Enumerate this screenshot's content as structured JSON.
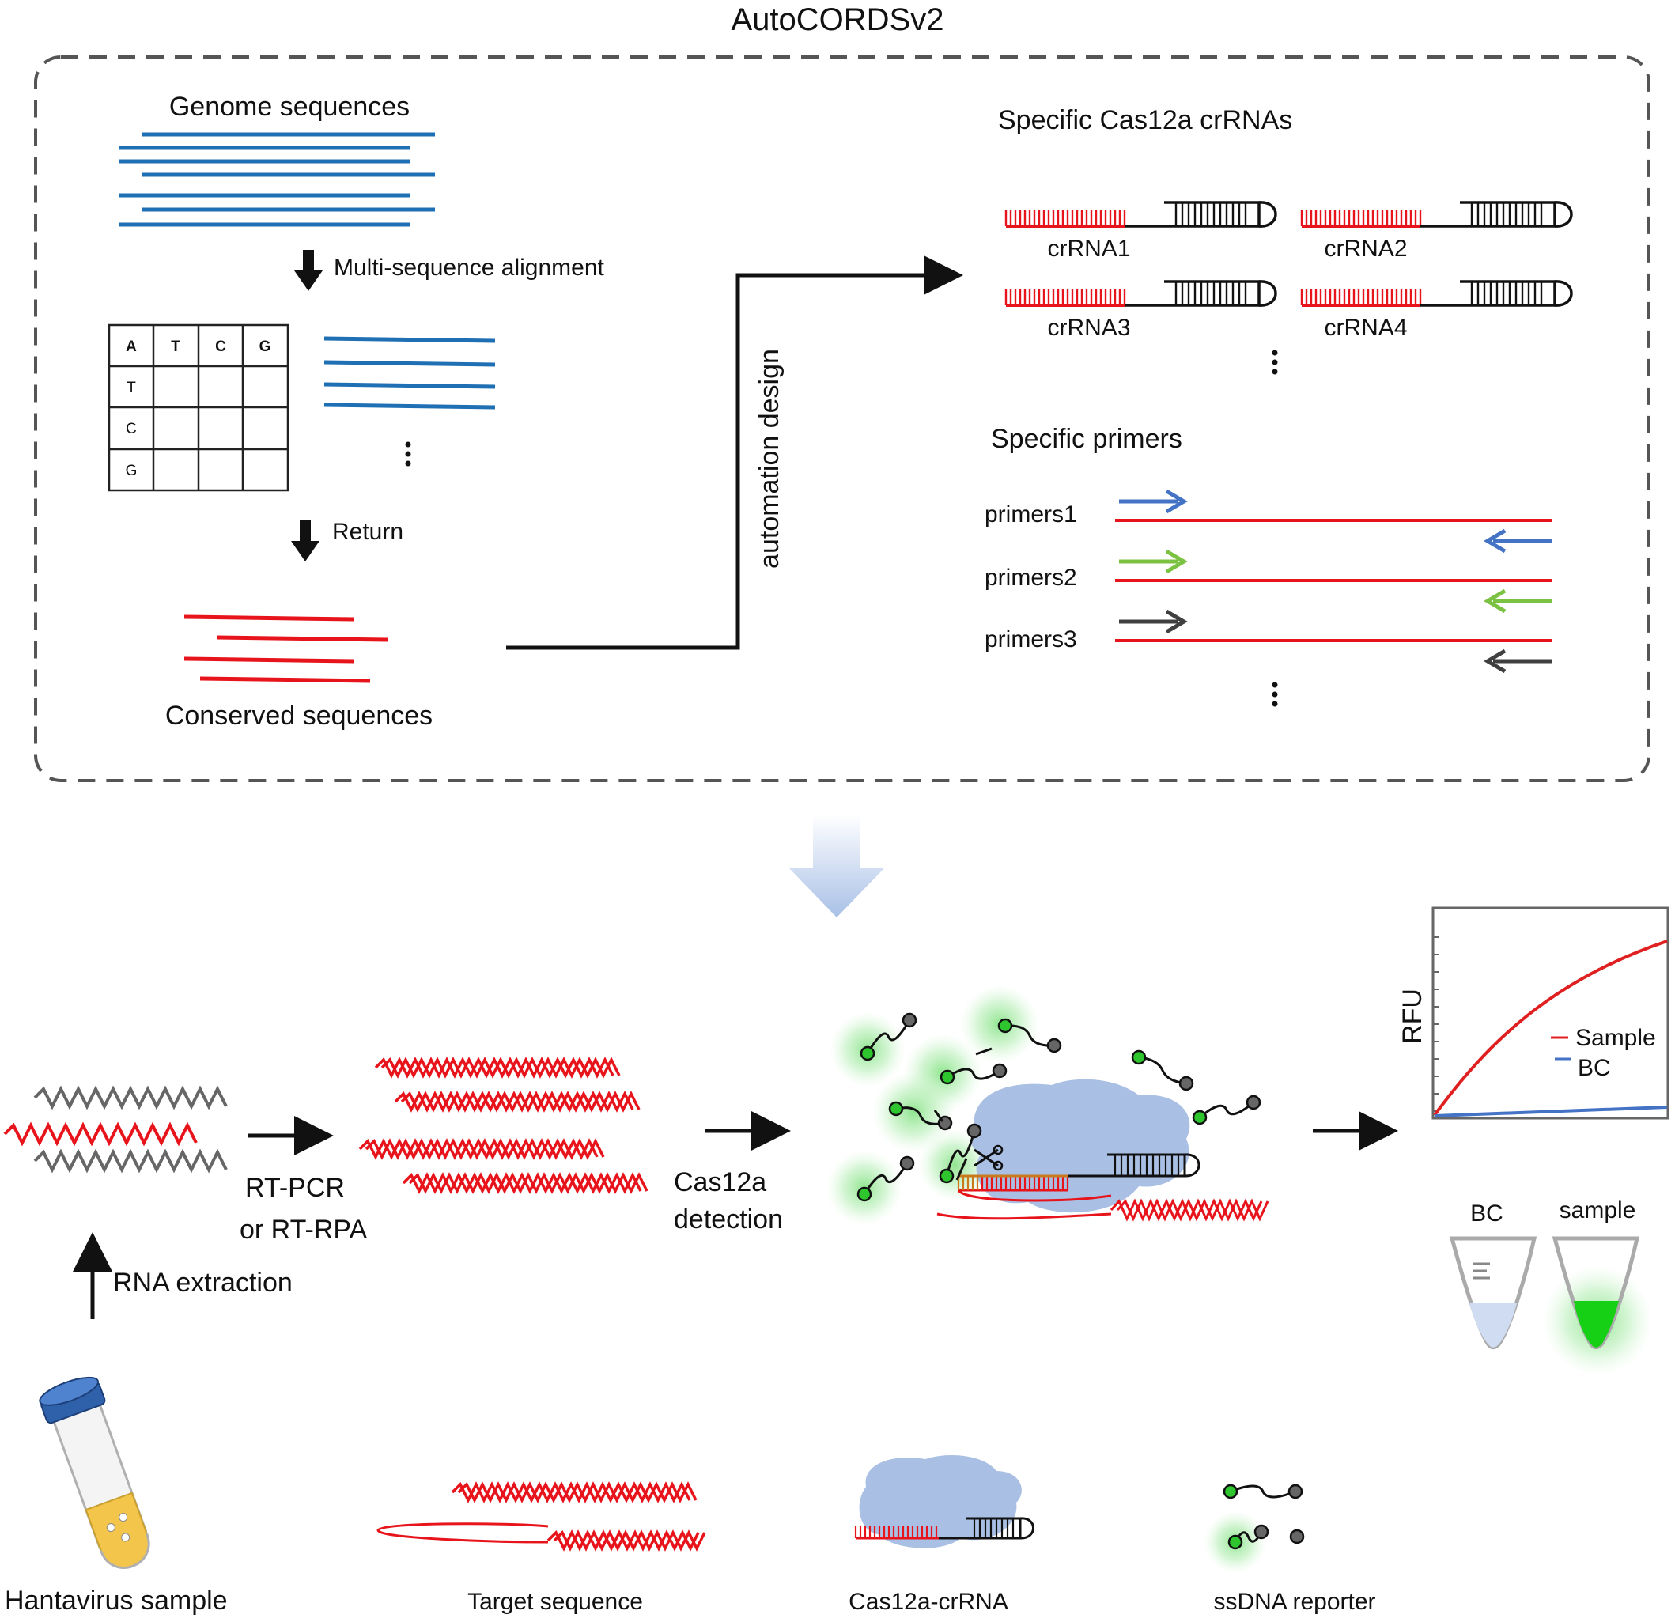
{
  "title": "AutoCORDSv2",
  "design": {
    "genome_label": "Genome sequences",
    "msa_label": "Multi-sequence alignment",
    "grid_header": [
      "A",
      "T",
      "C",
      "G"
    ],
    "grid_rows": [
      "T",
      "C",
      "G"
    ],
    "return_label": "Return",
    "conserved_label": "Conserved sequences",
    "automation_label": "automation design",
    "crrna_title": "Specific Cas12a crRNAs",
    "crrnas": [
      "crRNA1",
      "crRNA2",
      "crRNA3",
      "crRNA4"
    ],
    "primers_title": "Specific primers",
    "primers": [
      {
        "label": "primers1",
        "color": "#4472c4"
      },
      {
        "label": "primers2",
        "color": "#7cc242"
      },
      {
        "label": "primers3",
        "color": "#404040"
      }
    ]
  },
  "workflow": {
    "rt_label_1": "RT-PCR",
    "rt_label_2": "or RT-RPA",
    "cas_label_1": "Cas12a",
    "cas_label_2": "detection",
    "rna_extraction_label": "RNA extraction",
    "plot": {
      "ylabel": "RFU",
      "legend": [
        {
          "name": "Sample",
          "color": "#e02020"
        },
        {
          "name": "BC",
          "color": "#4472c4"
        }
      ]
    },
    "tubes": [
      "BC",
      "sample"
    ]
  },
  "legend": {
    "sample": "Hantavirus  sample",
    "target": "Target sequence",
    "cas": "Cas12a-crRNA",
    "reporter": "ssDNA reporter"
  },
  "colors": {
    "genome_blue": "#1f6fb4",
    "target_red": "#e8141b",
    "cas_protein": "#a9bfe3",
    "reporter_green": "#2ec52e",
    "dark_gray": "#555555"
  }
}
